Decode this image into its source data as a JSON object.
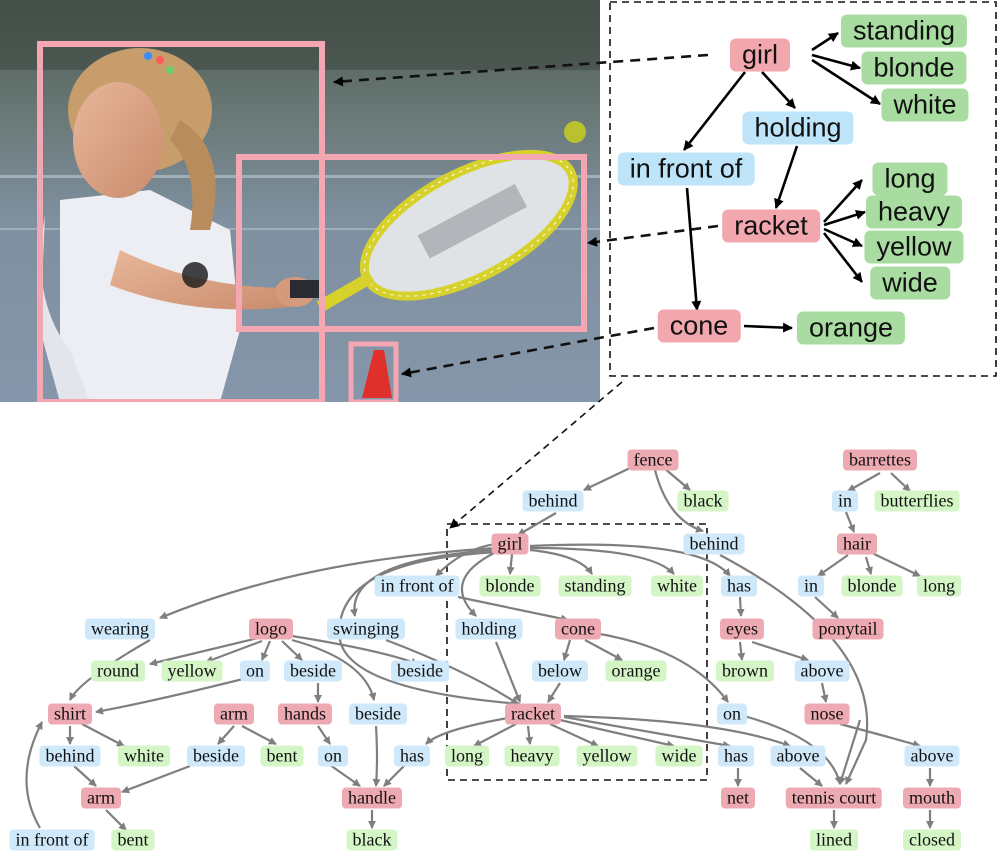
{
  "colors": {
    "object": "#f2a6ae",
    "relationship": "#bde4f8",
    "attribute": "#a9dca1",
    "bbox": "#f2a6ae",
    "edge_small": "#888888",
    "edge_big": "#000000"
  },
  "top_graph": {
    "nodes": {
      "girl": "girl",
      "standing": "standing",
      "blonde": "blonde",
      "white": "white",
      "holding": "holding",
      "in_front_of": "in front of",
      "racket": "racket",
      "long": "long",
      "heavy": "heavy",
      "yellow": "yellow",
      "wide": "wide",
      "cone": "cone",
      "orange": "orange"
    }
  },
  "bottom_graph": {
    "nodes": {
      "fence": "fence",
      "behind1": "behind",
      "black1": "black",
      "behind2": "behind",
      "barrettes": "barrettes",
      "in1": "in",
      "butterflies": "butterflies",
      "hair": "hair",
      "in2": "in",
      "blonde_h": "blonde",
      "long_h": "long",
      "ponytail": "ponytail",
      "girl": "girl",
      "in_front_of": "in front of",
      "blonde_g": "blonde",
      "standing": "standing",
      "white_g": "white",
      "has1": "has",
      "eyes": "eyes",
      "brown": "brown",
      "above1": "above",
      "nose": "nose",
      "above2": "above",
      "mouth": "mouth",
      "closed": "closed",
      "wearing": "wearing",
      "logo": "logo",
      "swinging": "swinging",
      "holding": "holding",
      "cone": "cone",
      "below": "below",
      "orange": "orange",
      "round": "round",
      "yellow_l": "yellow",
      "on1": "on",
      "beside1": "beside",
      "beside2": "beside",
      "shirt": "shirt",
      "arm1": "arm",
      "hands": "hands",
      "beside3": "beside",
      "racket": "racket",
      "on2": "on",
      "behind3": "behind",
      "white_s": "white",
      "beside4": "beside",
      "bent1": "bent",
      "on3": "on",
      "has2": "has",
      "long_r": "long",
      "heavy": "heavy",
      "yellow_r": "yellow",
      "wide": "wide",
      "has3": "has",
      "above3": "above",
      "arm2": "arm",
      "handle": "handle",
      "net": "net",
      "tennis_court": "tennis court",
      "in_front_of2": "in front of",
      "bent2": "bent",
      "black2": "black",
      "lined": "lined"
    }
  }
}
